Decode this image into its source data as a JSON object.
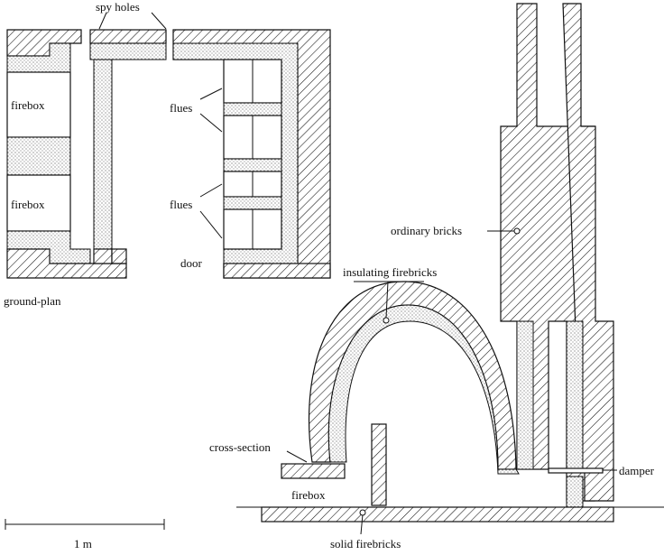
{
  "diagram": {
    "ground_plan": {
      "caption": "ground-plan",
      "labels": {
        "spy_holes": "spy holes",
        "firebox_upper": "firebox",
        "firebox_lower": "firebox",
        "flues_upper": "flues",
        "flues_lower": "flues",
        "door": "door"
      }
    },
    "cross_section": {
      "caption": "cross-section",
      "labels": {
        "ordinary_bricks": "ordinary bricks",
        "insulating_firebricks": "insulating firebricks",
        "damper": "damper",
        "firebox": "firebox",
        "solid_firebricks": "solid firebricks"
      }
    },
    "scale_bar": {
      "label": "1 m"
    },
    "legend_materials": [
      {
        "name": "ordinary bricks",
        "pattern": "diagonal-hatch"
      },
      {
        "name": "insulating firebricks",
        "pattern": "stipple"
      },
      {
        "name": "solid firebricks",
        "pattern": "diagonal-hatch"
      }
    ],
    "colors": {
      "ink": "#111111",
      "paper": "#ffffff"
    }
  }
}
